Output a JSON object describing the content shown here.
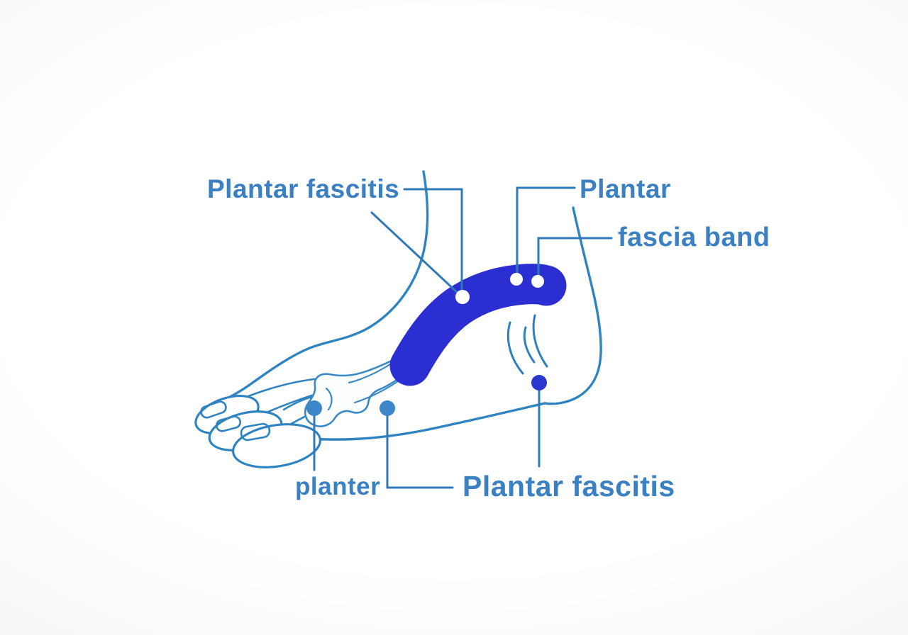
{
  "diagram": {
    "subject": "plantar-fasciitis-foot-illustration",
    "labels": {
      "top_left": "Plantar fascitis",
      "top_right": "Plantar",
      "right": "fascia band",
      "bottom_left": "planter",
      "bottom_center": "Plantar fascitis"
    },
    "colors": {
      "background": "#fbfbfc",
      "outline": "#2e83c1",
      "leader": "#3079b9",
      "label_text": "#3a80c3",
      "band": "#2b2fd2",
      "marker_light": "#3c86c9",
      "marker_dark": "#2b36cf",
      "marker_white": "#ffffff"
    }
  }
}
